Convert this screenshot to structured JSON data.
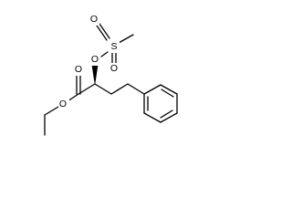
{
  "structure": {
    "atoms": {
      "ester_o_label": "O",
      "carbonyl_o_label": "O",
      "sulfonate_o_label": "O",
      "sulfur_label": "S",
      "sulfonyl_o1_label": "O",
      "sulfonyl_o2_label": "O"
    }
  },
  "colors": {
    "bond": "#000000",
    "background": "#ffffff"
  }
}
